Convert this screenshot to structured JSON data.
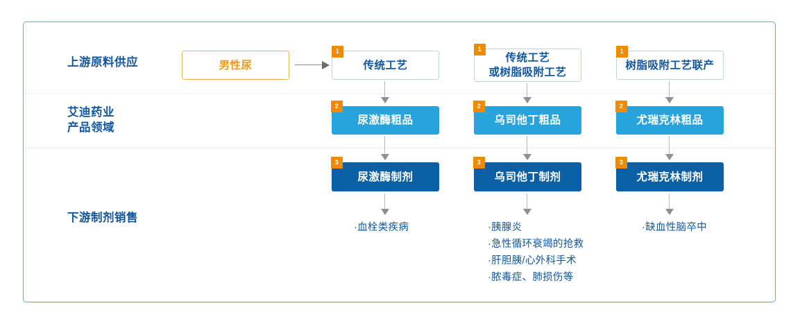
{
  "diagram": {
    "title_colors": {
      "frame_border": "#6aa9d4",
      "label_blue": "#1157a0",
      "source_orange": "#f09a1a",
      "source_border": "#e8b74e",
      "light_blue": "#29a3dc",
      "dark_blue": "#0b5fa5",
      "badge_orange": "#f08a00",
      "arrow_gray": "#8f8f8f",
      "divider_gray": "#e9eef2"
    },
    "row_labels": [
      {
        "text": "上游原料供应"
      },
      {
        "text": "艾迪药业\n产品领域"
      },
      {
        "text": "下游制剂销售"
      }
    ],
    "source_node": {
      "label": "男性尿"
    },
    "columns": [
      {
        "process": {
          "label": "传统工艺",
          "badge": "1"
        },
        "crude": {
          "label": "尿激酶粗品",
          "badge": "2"
        },
        "preparation": {
          "label": "尿激酶制剂",
          "badge": "3"
        },
        "indications": [
          "·血栓类疾病"
        ]
      },
      {
        "process": {
          "label": "传统工艺\n或树脂吸附工艺",
          "badge": "1"
        },
        "crude": {
          "label": "乌司他丁粗品",
          "badge": "2"
        },
        "preparation": {
          "label": "乌司他丁制剂",
          "badge": "3"
        },
        "indications": [
          "·胰腺炎",
          "·急性循环衰竭的抢救",
          "·肝胆胰/心外科手术",
          "·脓毒症、肺损伤等"
        ]
      },
      {
        "process": {
          "label": "树脂吸附工艺联产",
          "badge": "1"
        },
        "crude": {
          "label": "尤瑞克林粗品",
          "badge": "2"
        },
        "preparation": {
          "label": "尤瑞克林制剂",
          "badge": "3"
        },
        "indications": [
          "·缺血性脑卒中"
        ]
      }
    ]
  }
}
